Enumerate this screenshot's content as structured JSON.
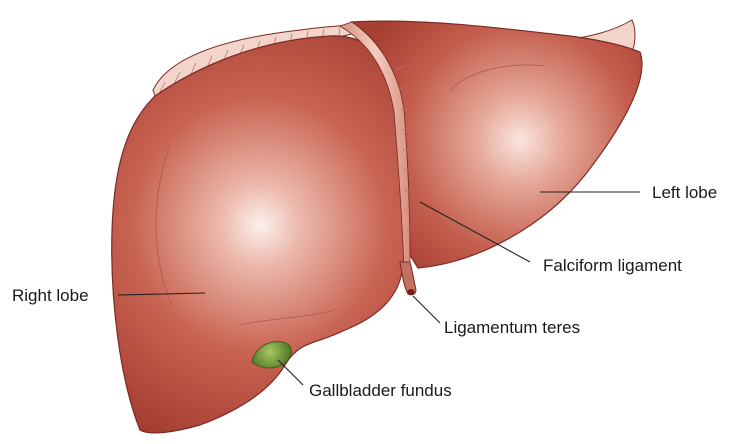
{
  "labels": {
    "left_lobe": "Left lobe",
    "falciform_ligament": "Falciform ligament",
    "right_lobe": "Right lobe",
    "ligamentum_teres": "Ligamentum teres",
    "gallbladder_fundus": "Gallbladder fundus"
  },
  "colors": {
    "liver_base": "#b5483c",
    "liver_highlight": "#fbe8e2",
    "liver_outline": "#7a2a24",
    "ligament": "#e6b0a2",
    "gallbladder": "#6f9a34",
    "leader_line": "#222222"
  }
}
